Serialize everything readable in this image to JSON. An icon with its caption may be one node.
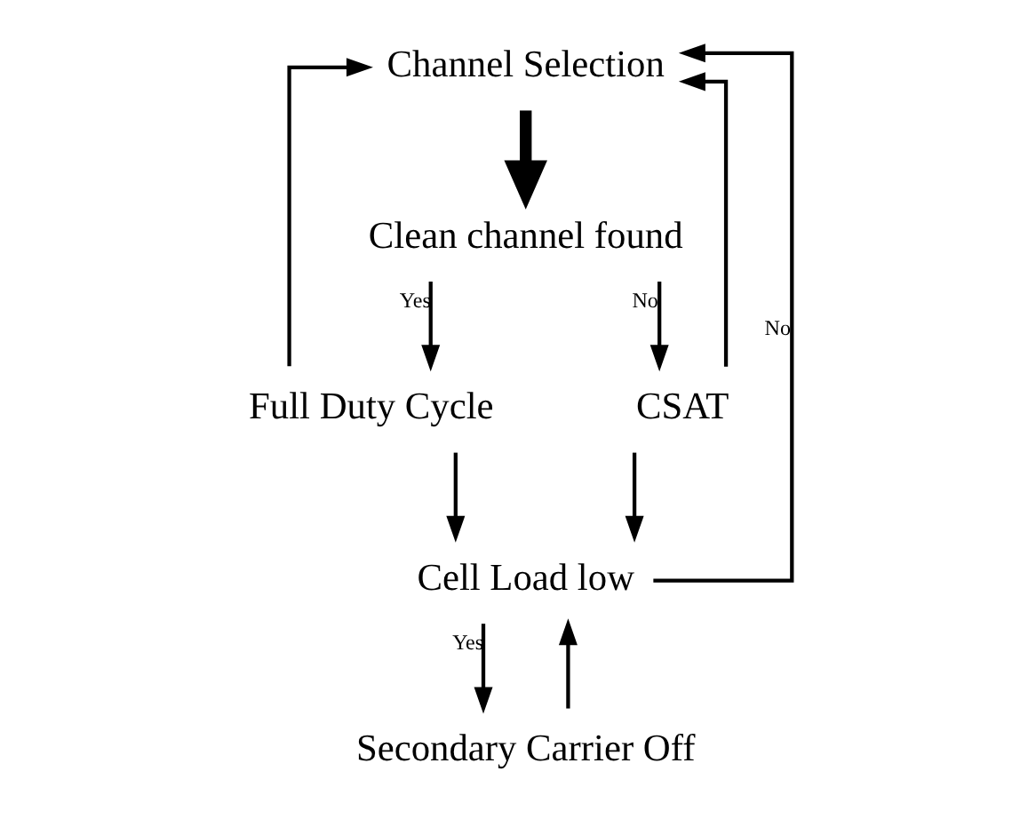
{
  "diagram": {
    "nodes": [
      {
        "text": [
          "Channel Selection"
        ]
      },
      {
        "text": [
          "Clean channel found"
        ]
      },
      {
        "text": [
          "Full Duty Cycle"
        ]
      },
      {
        "text": [
          "CSAT"
        ]
      },
      {
        "text": [
          "Cell Load low"
        ]
      },
      {
        "text": [
          "Secondary Carrier Off"
        ]
      }
    ],
    "edges": [
      {
        "from": 0,
        "to": 1,
        "arrow": "to",
        "style": "thick"
      },
      {
        "from": 1,
        "to": 2,
        "arrow": "to",
        "label": "Yes"
      },
      {
        "from": 1,
        "to": 3,
        "arrow": "to",
        "label": "No"
      },
      {
        "from": 2,
        "to": 0,
        "arrow": "to"
      },
      {
        "from": 3,
        "to": 0,
        "arrow": "to"
      },
      {
        "from": 2,
        "to": 4,
        "arrow": "to"
      },
      {
        "from": 3,
        "to": 4,
        "arrow": "to"
      },
      {
        "from": 4,
        "to": 0,
        "arrow": "to",
        "label": "No"
      },
      {
        "from": 4,
        "to": 5,
        "arrow": "to",
        "label": "Yes"
      },
      {
        "from": 5,
        "to": 4,
        "arrow": "to"
      }
    ]
  }
}
